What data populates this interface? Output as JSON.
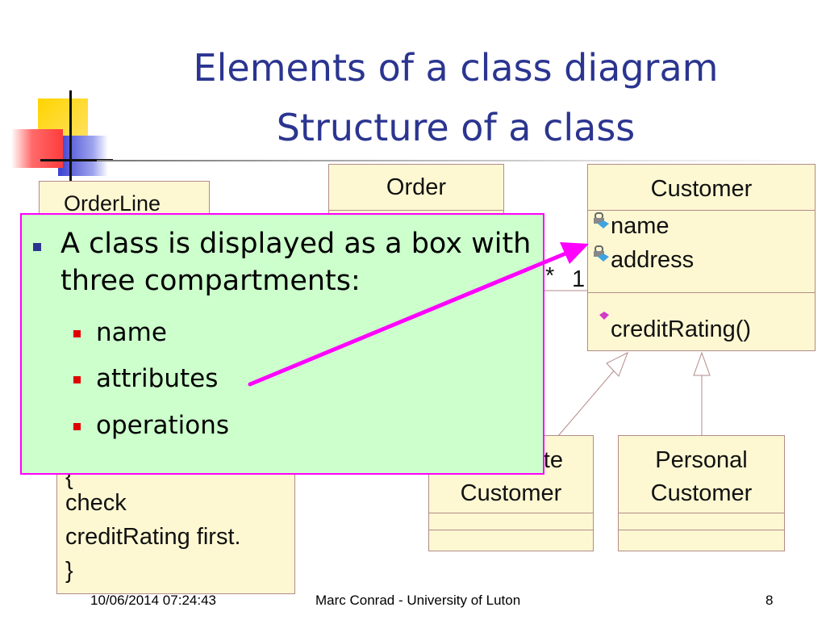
{
  "slide": {
    "title_line1": "Elements of a class diagram",
    "title_line2": "Structure of a class",
    "footer_date": "10/06/2014 07:24:43",
    "footer_author": "Marc Conrad - University of Luton",
    "page_number": "8"
  },
  "uml": {
    "orderline": {
      "name": "OrderLine"
    },
    "order": {
      "name": "Order"
    },
    "customer": {
      "name": "Customer",
      "attributes": [
        "name",
        "address"
      ],
      "operations": [
        "creditRating()"
      ]
    },
    "corporate": {
      "name_line1": "Corporate",
      "name_line2": "Customer"
    },
    "personal": {
      "name_line1": "Personal",
      "name_line2": "Customer"
    },
    "multiplicity_many": "*",
    "multiplicity_one": "1",
    "note": {
      "lines": [
        "{",
        "check",
        "creditRating first.",
        "}"
      ]
    }
  },
  "callout": {
    "main_bullet": "A class is displayed as a box with three compartments:",
    "sub_bullets": [
      "name",
      "attributes",
      "operations"
    ]
  },
  "colors": {
    "title": "#2b3590",
    "uml_fill": "#fdf8d2",
    "uml_border": "#b48a88",
    "callout_fill": "#ccffcc",
    "callout_border": "#ff00ff",
    "arrow": "#ff00ff"
  }
}
